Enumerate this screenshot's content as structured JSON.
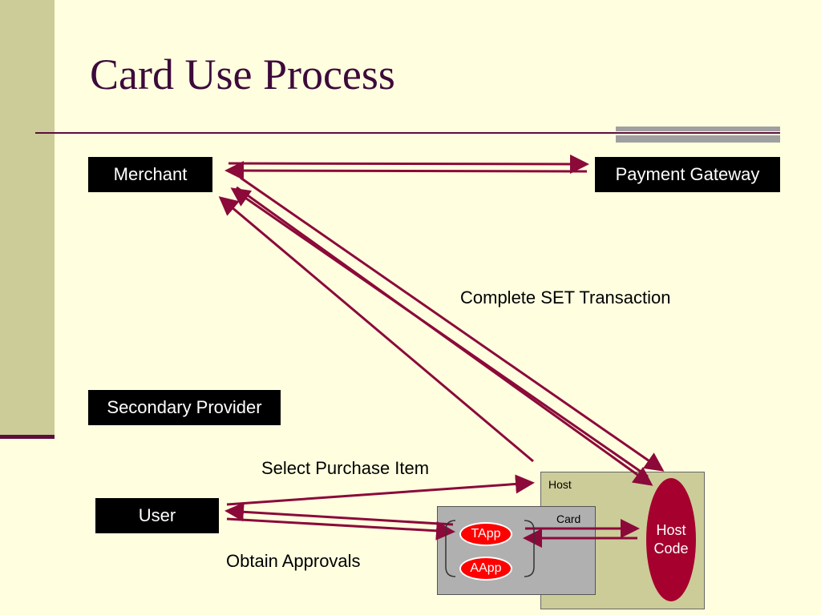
{
  "title": "Card Use Process",
  "nodes": {
    "merchant": "Merchant",
    "payment_gateway": "Payment Gateway",
    "secondary_provider": "Secondary Provider",
    "user": "User",
    "host": "Host",
    "card": "Card",
    "tapp": "TApp",
    "aapp": "AApp",
    "host_code_line1": "Host",
    "host_code_line2": "Code"
  },
  "labels": {
    "complete_set": "Complete SET Transaction",
    "select_purchase": "Select Purchase Item",
    "obtain_approvals": "Obtain Approvals"
  },
  "colors": {
    "background": "#FFFFE0",
    "sidebar": "#CCCC99",
    "arrow": "#8B0A3A",
    "title": "#3D0A3A",
    "host_code": "#A5002E",
    "app_pill": "#FF0000"
  }
}
